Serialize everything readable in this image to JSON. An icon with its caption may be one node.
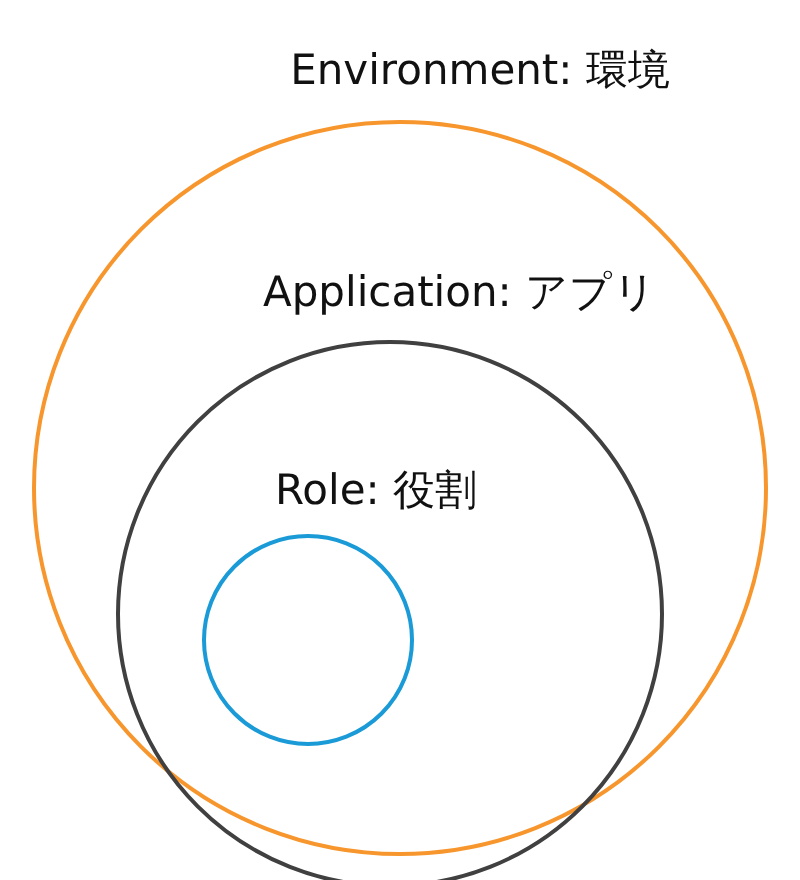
{
  "diagram": {
    "nodes": [
      {
        "text": [
          "Environment: 環境"
        ]
      },
      {
        "text": [
          "Application: アプリ"
        ],
        "in": 0
      },
      {
        "text": [
          "Role: 役割"
        ],
        "in": 1
      }
    ]
  }
}
